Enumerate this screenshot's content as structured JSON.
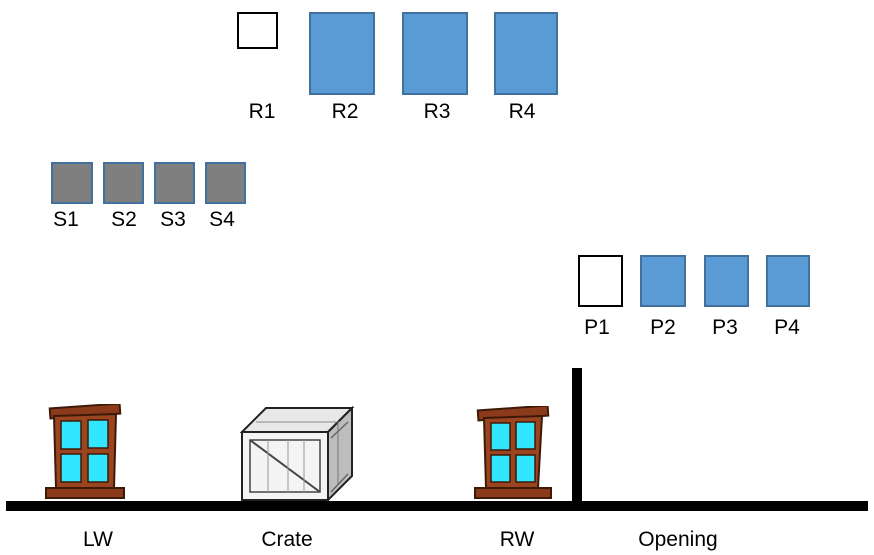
{
  "colors": {
    "filled_box": "#5b9bd5",
    "filled_border": "#41719c",
    "stone_box": "#7f7f7f",
    "glass": "#33e6ff",
    "wood": "#8b3a1a",
    "ground": "#000000"
  },
  "r_row": [
    {
      "label": "R1",
      "state": "empty"
    },
    {
      "label": "R2",
      "state": "filled"
    },
    {
      "label": "R3",
      "state": "filled"
    },
    {
      "label": "R4",
      "state": "filled"
    }
  ],
  "s_row": [
    {
      "label": "S1",
      "state": "gray"
    },
    {
      "label": "S2",
      "state": "gray"
    },
    {
      "label": "S3",
      "state": "gray"
    },
    {
      "label": "S4",
      "state": "gray"
    }
  ],
  "p_row": [
    {
      "label": "P1",
      "state": "empty"
    },
    {
      "label": "P2",
      "state": "filled"
    },
    {
      "label": "P3",
      "state": "filled"
    },
    {
      "label": "P4",
      "state": "filled"
    }
  ],
  "ground_labels": {
    "left_window": "LW",
    "crate": "Crate",
    "right_window": "RW",
    "opening": "Opening"
  },
  "icons": {
    "window": "window-icon",
    "crate": "wooden-crate-icon"
  }
}
